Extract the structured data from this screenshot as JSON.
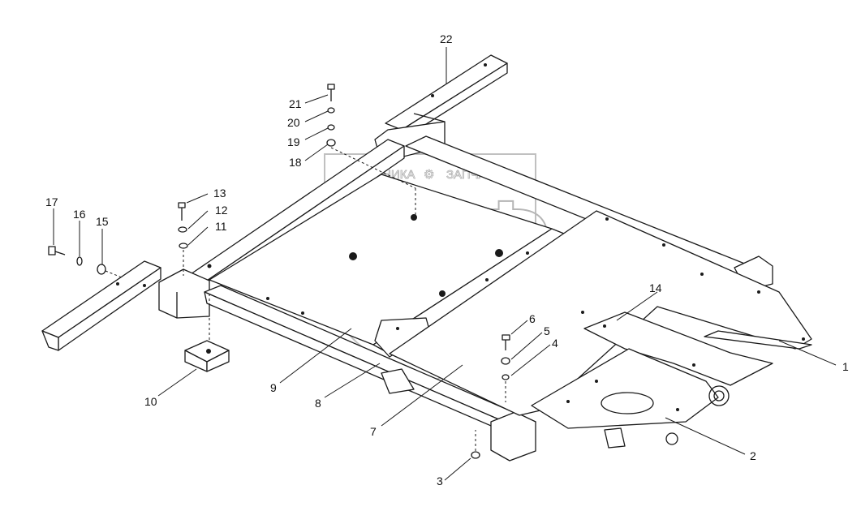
{
  "watermark": {
    "small_text_left": "ТЕХНИКА",
    "small_text_right": "ЗАПЧАСТИ",
    "big_text": "ЭПФ"
  },
  "callouts": {
    "c1": "1",
    "c2": "2",
    "c3": "3",
    "c4": "4",
    "c5": "5",
    "c6": "6",
    "c7": "7",
    "c8": "8",
    "c9": "9",
    "c10": "10",
    "c11": "11",
    "c12": "12",
    "c13": "13",
    "c14": "14",
    "c15": "15",
    "c16": "16",
    "c17": "17",
    "c18": "18",
    "c19": "19",
    "c20": "20",
    "c21": "21",
    "c22": "22"
  },
  "colors": {
    "line": "#1a1a1a",
    "watermark": "#b5b5b5",
    "background": "#ffffff"
  }
}
